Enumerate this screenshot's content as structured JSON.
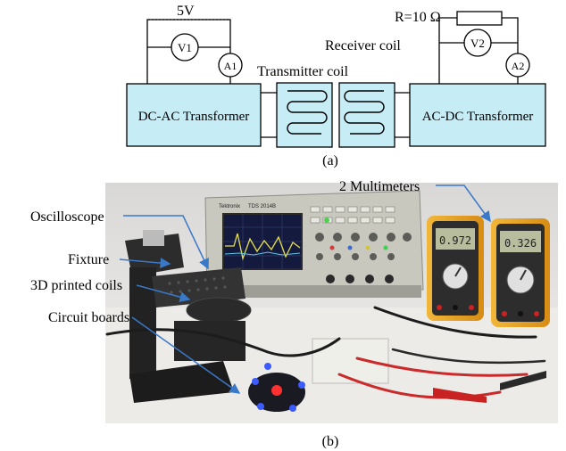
{
  "circuit": {
    "voltage": "5V",
    "resistance": "R=10 Ω",
    "meters": {
      "v1": "V1",
      "a1": "A1",
      "v2": "V2",
      "a2": "A2"
    },
    "dc_ac": "DC-AC Transformer",
    "ac_dc": "AC-DC Transformer",
    "transmitter": "Transmitter coil",
    "receiver": "Receiver coil",
    "caption": "(a)",
    "colors": {
      "box_fill": "#c6ecf5",
      "stroke": "#000000"
    }
  },
  "photo": {
    "labels": {
      "oscilloscope": "Oscilloscope",
      "fixture": "Fixture",
      "coils": "3D printed coils",
      "boards": "Circuit boards",
      "multimeters": "2 Multimeters"
    },
    "scope": {
      "brand": "Tektronix",
      "model": "TDS 2014B"
    },
    "readings": [
      "0.972",
      "0.326"
    ],
    "caption": "(b)",
    "colors": {
      "arrow": "#3a78c8",
      "meter_body": "#e7a321",
      "lcd": "#b8bd9e"
    }
  }
}
